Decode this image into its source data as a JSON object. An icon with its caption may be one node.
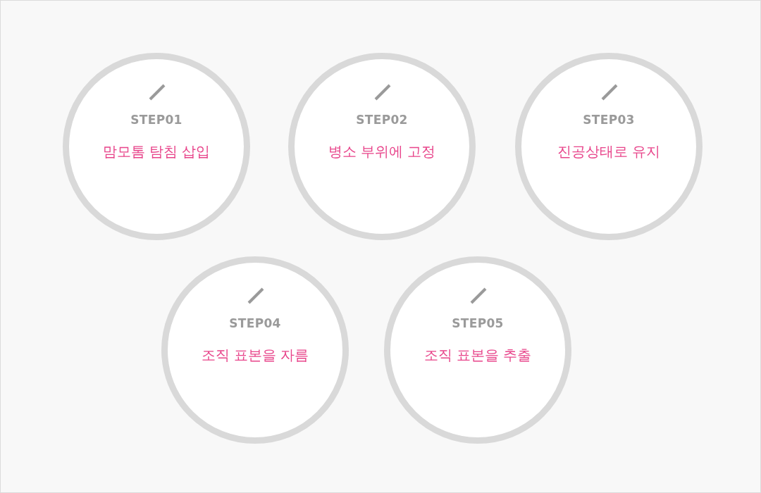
{
  "diagram": {
    "nodes": [
      {
        "text": [
          "STEP01",
          "맘모톰 탐침 삽입"
        ]
      },
      {
        "text": [
          "STEP02",
          "병소 부위에 고정"
        ]
      },
      {
        "text": [
          "STEP03",
          "진공상태로 유지"
        ]
      },
      {
        "text": [
          "STEP04",
          "조직 표본을 자름"
        ]
      },
      {
        "text": [
          "STEP05",
          "조직 표본을 추출"
        ]
      }
    ]
  }
}
